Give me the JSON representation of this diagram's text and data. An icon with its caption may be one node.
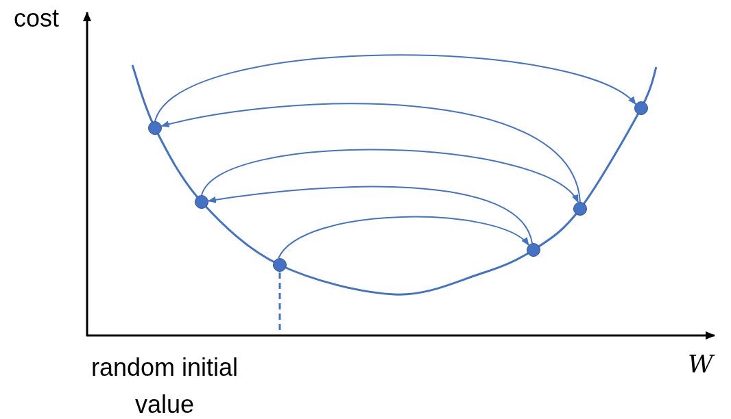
{
  "diagram": {
    "nodes": [
      {
        "text": [],
        "shape": "circle"
      },
      {
        "text": [],
        "shape": "circle"
      },
      {
        "text": [],
        "shape": "circle"
      },
      {
        "text": [],
        "shape": "circle"
      },
      {
        "text": [],
        "shape": "circle"
      },
      {
        "text": [],
        "shape": "circle"
      }
    ],
    "edges": [
      {
        "from": 2,
        "to": 3,
        "arrow": "to"
      },
      {
        "from": 3,
        "to": 1,
        "arrow": "to"
      },
      {
        "from": 1,
        "to": 4,
        "arrow": "to"
      },
      {
        "from": 4,
        "to": 0,
        "arrow": "to"
      },
      {
        "from": 0,
        "to": 5,
        "arrow": "to"
      }
    ],
    "labels": [
      "cost",
      "W",
      "random initial value"
    ]
  }
}
